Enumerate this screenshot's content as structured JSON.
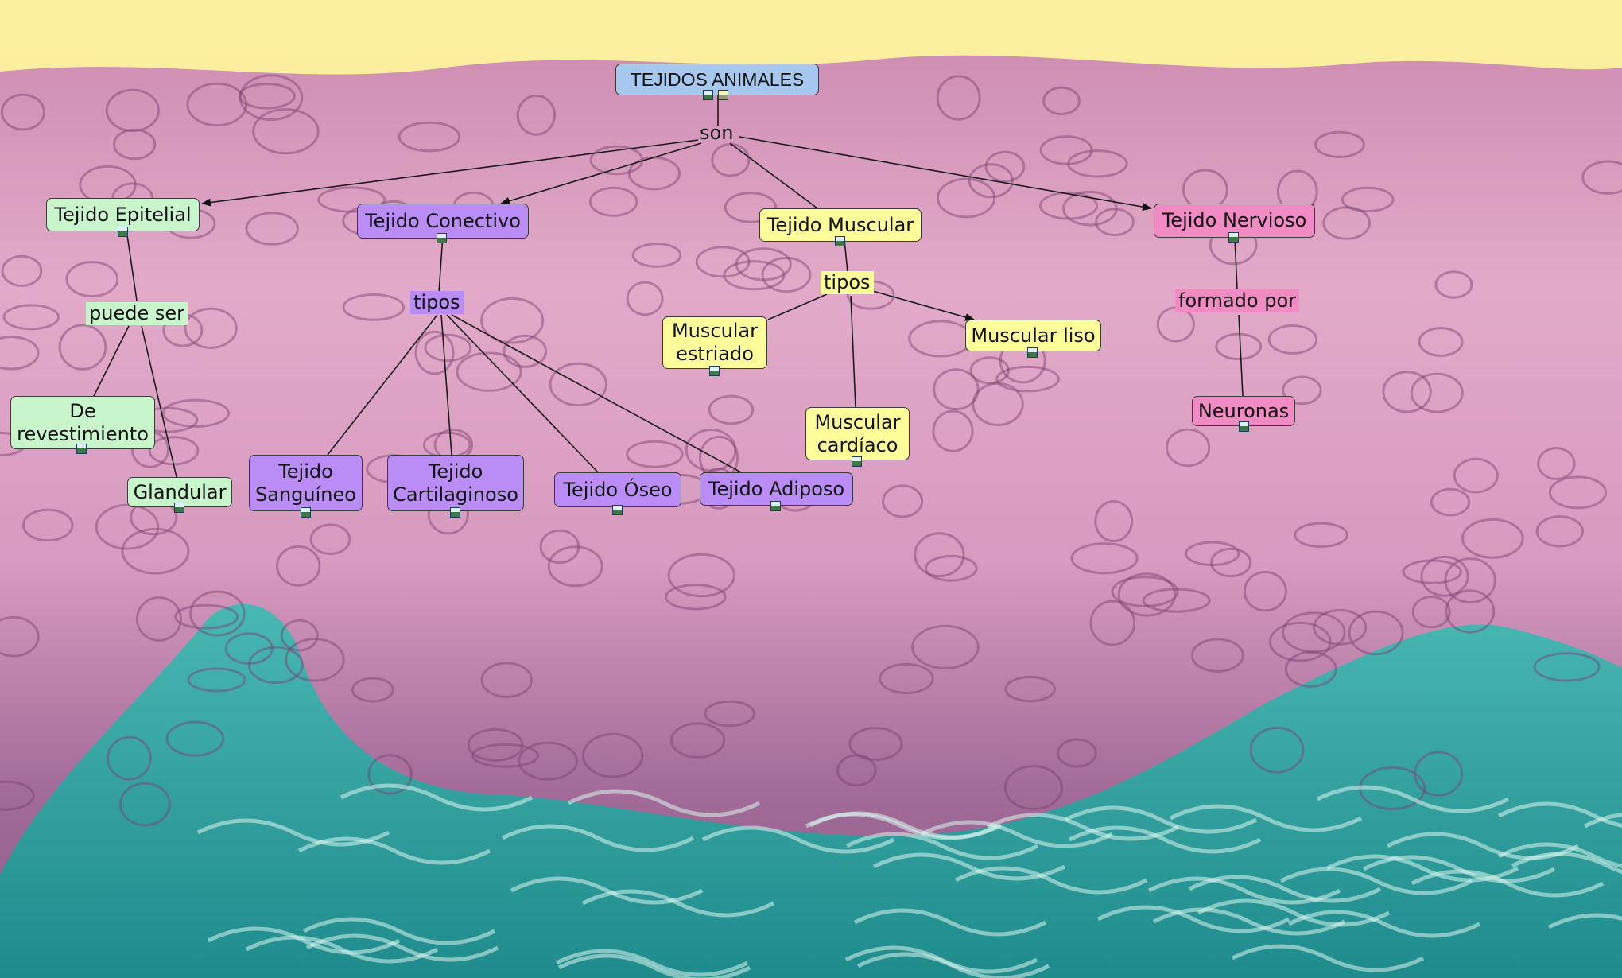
{
  "colors": {
    "root": "#a6c8ef",
    "epitelial": "#c9f5cc",
    "conectivo": "#b98cf6",
    "muscular": "#fdfd99",
    "nervioso": "#f08bc4",
    "line": "#1a1a1a"
  },
  "background": {
    "description_icon": "histology-tissue-image",
    "sky": "#fbef9c",
    "tissue": "#d99bbf",
    "dermis": "#2aa7a6"
  },
  "nodes": {
    "root": "TEJIDOS ANIMALES",
    "epitelial": "Tejido Epitelial",
    "conectivo": "Tejido Conectivo",
    "muscular": "Tejido Muscular",
    "nervioso": "Tejido Nervioso",
    "revestimiento": "De\nrevestimiento",
    "glandular": "Glandular",
    "sanguineo": "Tejido\nSanguíneo",
    "cartilaginoso": "Tejido\nCartilaginoso",
    "oseo": "Tejido Óseo",
    "adiposo": "Tejido Adiposo",
    "estriado": "Muscular\nestriado",
    "liso": "Muscular liso",
    "cardiaco": "Muscular\ncardíaco",
    "neuronas": "Neuronas"
  },
  "links": {
    "son": "son",
    "puede_ser": "puede ser",
    "tipos_conectivo": "tipos",
    "tipos_muscular": "tipos",
    "formado_por": "formado por"
  },
  "icons": {
    "resource": "image-resource-icon",
    "document": "document-resource-icon"
  }
}
